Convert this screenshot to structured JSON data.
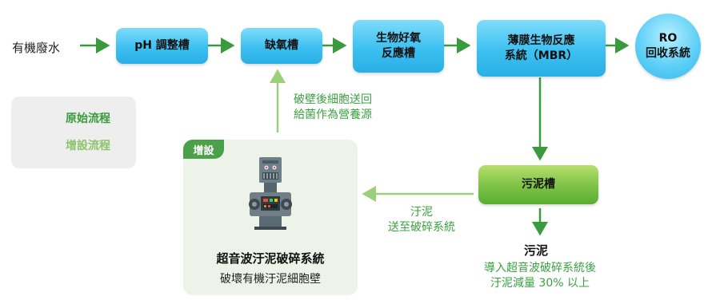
{
  "input_label": "有機廢水",
  "nodes": {
    "ph": "pH 調整槽",
    "anoxic": "缺氧槽",
    "aerobic": [
      "生物好氧",
      "反應槽"
    ],
    "mbr": [
      "薄膜生物反應",
      "系統（MBR）"
    ],
    "ro": [
      "RO",
      "回收系統"
    ],
    "sludge_tank": "污泥槽"
  },
  "legend": {
    "original": "原始流程",
    "added": "增設流程"
  },
  "addon": {
    "tag": "增設",
    "title": "超音波汙泥破碎系統",
    "subtitle": "破壞有機汙泥細胞壁"
  },
  "notes": {
    "recycle": [
      "破壁後細胞送回",
      "給菌作為營養源"
    ],
    "sludge_to_system": [
      "汙泥",
      "送至破碎系統"
    ],
    "sludge_out_title": "污泥",
    "sludge_out_desc": [
      "導入超音波破碎系統後",
      "汙泥減量 30% 以上"
    ]
  },
  "colors": {
    "original_arrow": "#3a9a3e",
    "added_arrow": "#9ad07a",
    "blue_node": "#3cc0f1",
    "green_node": "#7cc246",
    "note_green": "#3aa13f"
  }
}
